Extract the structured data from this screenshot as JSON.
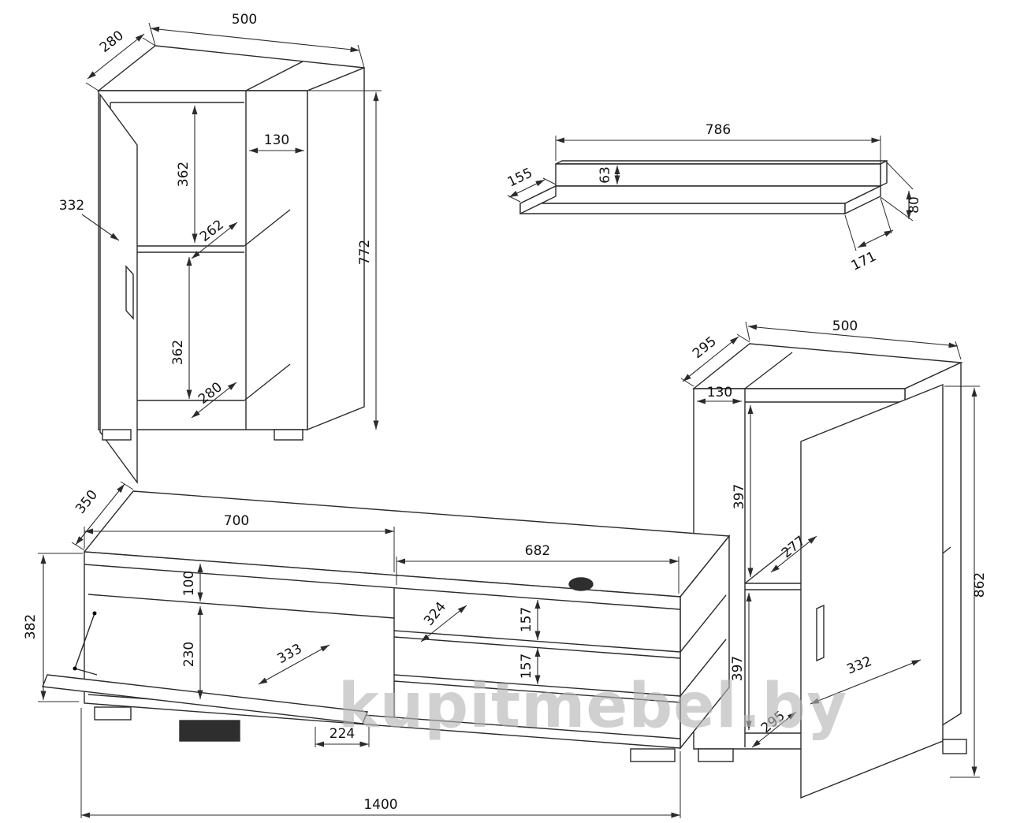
{
  "watermark": {
    "text": "kupitmebel.by"
  },
  "cabinet_left": {
    "dims": {
      "width": "500",
      "depth": "280",
      "door_width": "332",
      "inner_top_width": "130",
      "upper_section": "362",
      "shelf_depth": "262",
      "lower_section": "362",
      "bottom_depth": "280",
      "height": "772"
    }
  },
  "wall_shelf": {
    "dims": {
      "length": "786",
      "depth": "155",
      "rail_height": "63",
      "end_height": "80",
      "end_depth": "171"
    }
  },
  "cabinet_right": {
    "dims": {
      "depth": "295",
      "width": "500",
      "inner_top_width": "130",
      "upper_section": "397",
      "shelf_depth": "277",
      "lower_section": "397",
      "bottom_depth": "295",
      "door_width": "332",
      "height": "862"
    }
  },
  "tv_stand": {
    "dims": {
      "depth": "350",
      "left_section_width": "700",
      "right_section_width": "682",
      "niche_height": "100",
      "flap_opening_height": "230",
      "left_height": "382",
      "flap_width": "333",
      "shelf_depth": "324",
      "upper_shelf_height": "157",
      "lower_shelf_height": "157",
      "foot_offset": "224",
      "total_width": "1400"
    }
  }
}
